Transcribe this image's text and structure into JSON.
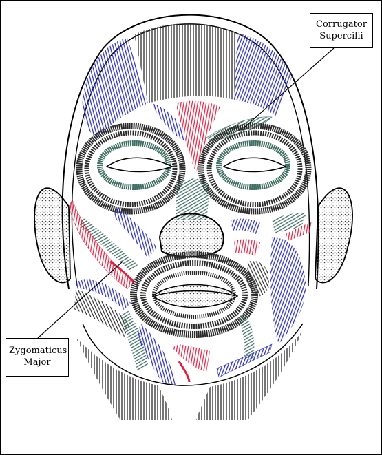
{
  "labels": {
    "corrugator": {
      "line1": "Corrugator",
      "line2": "Supercilii"
    },
    "zygomaticus": {
      "line1": "Zygomaticus",
      "line2": "Major"
    }
  },
  "colors": {
    "outline": "#000000",
    "black_muscle": "#2a2a2a",
    "blue_muscle": "#2b2fb0",
    "red_muscle": "#e02040",
    "green_muscle": "#3f6e62"
  }
}
